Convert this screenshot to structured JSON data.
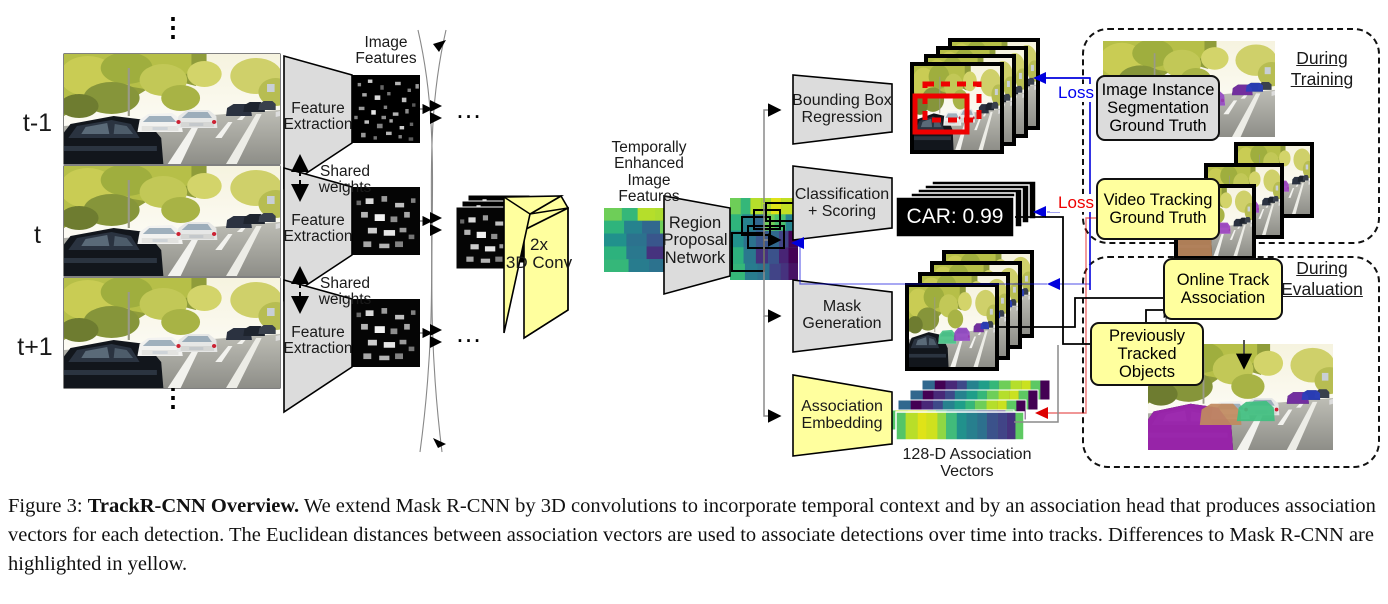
{
  "figure": {
    "number": "Figure 3:",
    "title": "TrackR-CNN Overview.",
    "body": " We extend Mask R-CNN by 3D convolutions to incorporate temporal context and by an association head that produces association vectors for each detection. The Euclidean distances between association vectors are used to associate detections over time into tracks. Differences to Mask R-CNN are highlighted in yellow."
  },
  "timeline": {
    "frame_labels": [
      "t-1",
      "t",
      "t+1"
    ],
    "ellipsis_top": "⋮",
    "ellipsis_bottom": "⋮"
  },
  "backbone": {
    "feature_extraction_label": "Feature\nExtraction",
    "shared_weights_label": "Shared\nweights",
    "image_features_label": "Image\nFeatures",
    "ellipsis": "…"
  },
  "temporal": {
    "conv_label": "2x\n3D Conv",
    "enhanced_features_label": "Temporally\nEnhanced\nImage\nFeatures",
    "rpn_label": "Region\nProposal\nNetwork"
  },
  "heads": [
    {
      "name": "bounding-box-regression",
      "label": "Bounding Box\nRegression",
      "style": "gray"
    },
    {
      "name": "classification-scoring",
      "label": "Classification\n+ Scoring",
      "style": "gray"
    },
    {
      "name": "mask-generation",
      "label": "Mask\nGeneration",
      "style": "gray"
    },
    {
      "name": "association-embedding",
      "label": "Association\nEmbedding",
      "style": "yellow"
    }
  ],
  "outputs": {
    "classification_text": "CAR: 0.99",
    "association_vectors_label": "128-D Association\nVectors"
  },
  "losses": [
    {
      "name": "detection-loss",
      "label": "Loss",
      "color": "#0000ee"
    },
    {
      "name": "tracking-loss",
      "label": "Loss",
      "color": "#ee0000"
    }
  ],
  "training": {
    "section_label": "During\nTraining",
    "ground_truth_boxes": [
      {
        "name": "image-instance-segmentation-gt",
        "label": "Image Instance\nSegmentation\nGround Truth",
        "style": "gray"
      },
      {
        "name": "video-tracking-gt",
        "label": "Video Tracking\nGround Truth",
        "style": "yellow"
      }
    ]
  },
  "evaluation": {
    "section_label": "During\nEvaluation",
    "boxes": [
      {
        "name": "online-track-association",
        "label": "Online Track\nAssociation",
        "style": "yellow"
      },
      {
        "name": "previously-tracked-objects",
        "label": "Previously\nTracked\nObjects",
        "style": "yellow"
      }
    ]
  },
  "colors": {
    "highlight_yellow": "#ffff9e",
    "block_gray": "#dcdcdc",
    "detection_loss": "#0000ee",
    "tracking_loss": "#ee0000",
    "bbox_red": "#ee0000"
  }
}
